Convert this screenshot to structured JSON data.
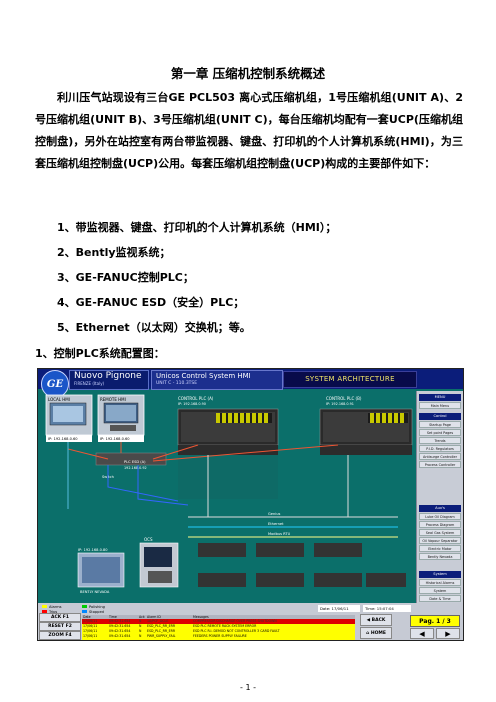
{
  "document": {
    "title": "第一章  压缩机控制系统概述",
    "intro": "利川压气站现设有三台GE PCL503 离心式压缩机组，1号压缩机组(UNIT A)、2号压缩机组(UNIT B)、3号压缩机组(UNIT C)，每台压缩机均配有一套UCP(压缩机组控制盘)，另外在站控室有两台带监视器、键盘、打印机的个人计算机系统(HMI)，为三套压缩机组控制盘(UCP)公用。每套压缩机组控制盘(UCP)构成的主要部件如下：",
    "items": [
      "1、带监视器、键盘、打印机的个人计算机系统（HMI）；",
      "2、Bently监视系统；",
      "3、GE-FANUC控制PLC；",
      "4、GE-FANUC ESD（安全）PLC；",
      "5、Ethernet（以太网）交换机；等。"
    ],
    "section_heading": "1、控制PLC系统配置图：",
    "page_number": "- 1 -"
  },
  "hmi": {
    "logo": "GE",
    "brand": "Nuovo Pignone",
    "brand_sub": "FIRENZE (Italy)",
    "app_title": "Unicos Control System HMI",
    "unit_label": "UNIT C - 110.3TSE",
    "screen_title": "SYSTEM ARCHITECTURE",
    "diagram": {
      "local_hmi": "LOCAL HMI",
      "remote_hmi": "REMOTE HMI",
      "ip_local": "IP: 192.168.0.60",
      "ip_remote": "IP: 192.168.0.60",
      "plc_a": "CONTROL PLC (A)",
      "plc_a_ip": "IP: 192.168.0.90",
      "plc_b": "CONTROL PLC (B)",
      "plc_b_ip": "IP: 192.168.0.91",
      "esd_plc": "PLC ESD (A)",
      "esd_plc_ip": "192.168.0.92",
      "switch": "Switch",
      "bus_labels": [
        "Genius",
        "Ethernet",
        "Modbus RTU"
      ],
      "bently": "BENTLY NEVADA",
      "bently_ip": "IP: 192.168.0.80",
      "ocs": "OCS"
    },
    "menu": {
      "groups": [
        {
          "header": "MENU",
          "buttons": [
            "Main Menu"
          ]
        },
        {
          "header": "Control",
          "buttons": [
            "Startup Page",
            "Set point Pages",
            "Trends",
            "P.I.D. Regulators",
            "Antisurge Controller",
            "Process Controller"
          ]
        },
        {
          "header": "Aux's",
          "buttons": [
            "Lube Oil Diagram",
            "Process Diagram",
            "Seal Gas System",
            "Oil Vapour Separator",
            "Electric Motor",
            "Bently Nevada"
          ]
        },
        {
          "header": "System",
          "buttons": [
            "Historical Alarms",
            "System",
            "Date & Time"
          ]
        }
      ]
    },
    "status_bar": {
      "date": "Date: 17/06/11",
      "time": "Time: 15:07:04",
      "legend": [
        "Alarms",
        "Trips",
        "Polishing",
        "Stopped"
      ],
      "columns": [
        "Date",
        "Time",
        "Ack",
        "Alarm ID",
        "Messages"
      ],
      "rows": [
        [
          "17/06/11",
          "09:42:31.654",
          "N",
          "1A/PCF_DCLE",
          "COMPRESSOR DISCHARGE OVER PRESS SHUTDOWN"
        ],
        [
          "17/06/11",
          "09:42:31.654",
          "N",
          "ESD_PLC_RR_ERR",
          "ESD PLC REMOTE RACK SYSTEM ERROR"
        ],
        [
          "17/06/11",
          "09:42:31.654",
          "N",
          "ESD_PLC_RR_ERR",
          "ESD PLC R.I. DEMOD NOT CONTROLLER 3 CARD FAULT"
        ],
        [
          "17/06/11",
          "09:42:31.654",
          "N",
          "PWR_SUPPLY_FAIL",
          "FEEDERS POWER SUPPLY FAILURE"
        ]
      ]
    },
    "left_buttons": [
      "ACK F1",
      "RESET F2",
      "ZOOM F4"
    ],
    "back_button": "BACK",
    "home_button": "HOME",
    "page_indicator": "Pag.  1 / 3"
  }
}
